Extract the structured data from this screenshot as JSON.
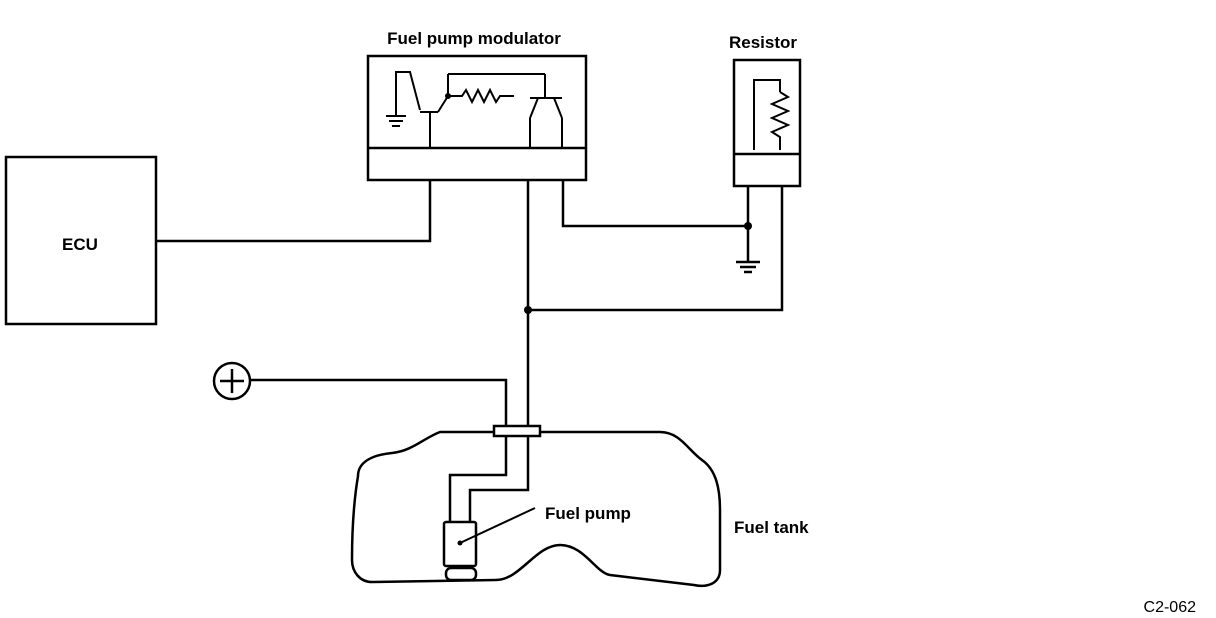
{
  "labels": {
    "ecu": "ECU",
    "modulator": "Fuel pump modulator",
    "resistor": "Resistor",
    "fuel_pump": "Fuel pump",
    "fuel_tank": "Fuel tank",
    "positive_terminal": "+",
    "figure_code": "C2-062"
  },
  "icons": {
    "battery_positive": "plus-circle",
    "ground": "ground-symbol",
    "resistor": "zigzag-resistor",
    "transistor": "transistor-symbol"
  },
  "colors": {
    "line": "#000000",
    "background": "#ffffff"
  }
}
